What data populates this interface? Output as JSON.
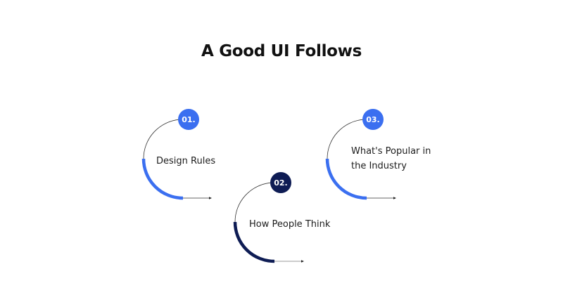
{
  "title": "A Good UI Follows",
  "colors": {
    "blue": "#3b6ff0",
    "navy": "#0e1c54",
    "line": "#333333"
  },
  "steps": [
    {
      "number": "01.",
      "label": "Design Rules",
      "color": "#3b6ff0"
    },
    {
      "number": "02.",
      "label": "How People Think",
      "color": "#0e1c54"
    },
    {
      "number": "03.",
      "label_line1": "What's Popular in",
      "label_line2": "the Industry",
      "color": "#3b6ff0"
    }
  ]
}
